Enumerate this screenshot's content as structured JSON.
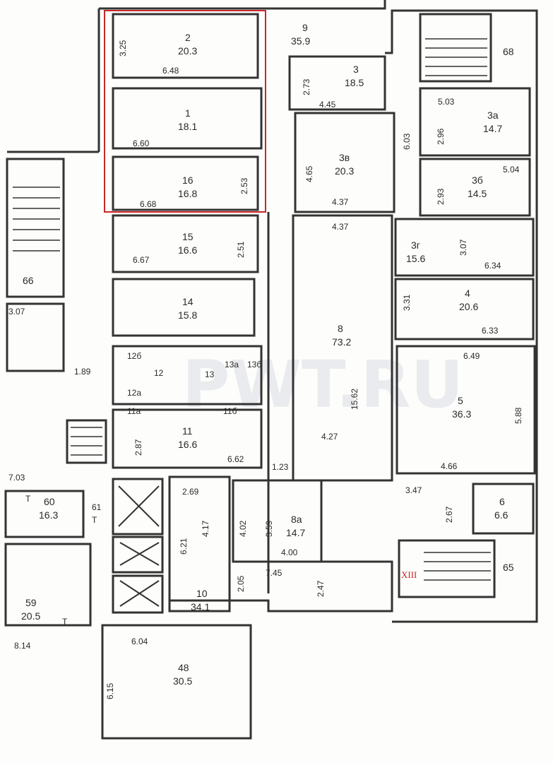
{
  "watermark": "PWT.RU",
  "rooms": [
    {
      "id": "r2",
      "num": "2",
      "area": "20.3"
    },
    {
      "id": "r1",
      "num": "1",
      "area": "18.1"
    },
    {
      "id": "r16",
      "num": "16",
      "area": "16.8"
    },
    {
      "id": "r15",
      "num": "15",
      "area": "16.6"
    },
    {
      "id": "r14",
      "num": "14",
      "area": "15.8"
    },
    {
      "id": "r11",
      "num": "11",
      "area": "16.6"
    },
    {
      "id": "r10",
      "num": "10",
      "area": "34.1"
    },
    {
      "id": "r9",
      "num": "9",
      "area": "35.9"
    },
    {
      "id": "r3",
      "num": "3",
      "area": "18.5"
    },
    {
      "id": "r3v",
      "num": "3в",
      "area": "20.3"
    },
    {
      "id": "r3a",
      "num": "3а",
      "area": "14.7"
    },
    {
      "id": "r3b",
      "num": "3б",
      "area": "14.5"
    },
    {
      "id": "r3g",
      "num": "3г",
      "area": "15.6"
    },
    {
      "id": "r4",
      "num": "4",
      "area": "20.6"
    },
    {
      "id": "r5",
      "num": "5",
      "area": "36.3"
    },
    {
      "id": "r8",
      "num": "8",
      "area": "73.2"
    },
    {
      "id": "r8a",
      "num": "8а",
      "area": "14.7"
    },
    {
      "id": "r6",
      "num": "6",
      "area": "6.6"
    },
    {
      "id": "r60",
      "num": "60",
      "area": "16.3"
    },
    {
      "id": "r59",
      "num": "59",
      "area": "20.5"
    },
    {
      "id": "r48",
      "num": "48",
      "area": "30.5"
    }
  ],
  "small_labels": [
    "12б",
    "12",
    "12а",
    "13",
    "13а",
    "13б",
    "11а",
    "11б",
    "61",
    "66",
    "68",
    "65",
    "Т",
    "Т",
    "Т"
  ],
  "roman_label": "XIII",
  "dimensions": [
    "3.25",
    "6.48",
    "6.60",
    "6.68",
    "2.53",
    "6.67",
    "2.51",
    "3.07",
    "1.89",
    "2.87",
    "6.62",
    "1.23",
    "7.03",
    "2.69",
    "6.21",
    "4.17",
    "2.05",
    "7.45",
    "2.47",
    "4.02",
    "3.59",
    "4.00",
    "2.73",
    "4.45",
    "4.65",
    "4.37",
    "4.37",
    "6.03",
    "5.03",
    "2.96",
    "2.93",
    "5.04",
    "3.07",
    "6.34",
    "3.31",
    "6.33",
    "6.49",
    "15.62",
    "4.27",
    "5.88",
    "4.66",
    "3.47",
    "2.67",
    "6.04",
    "6.15",
    "8.14"
  ]
}
